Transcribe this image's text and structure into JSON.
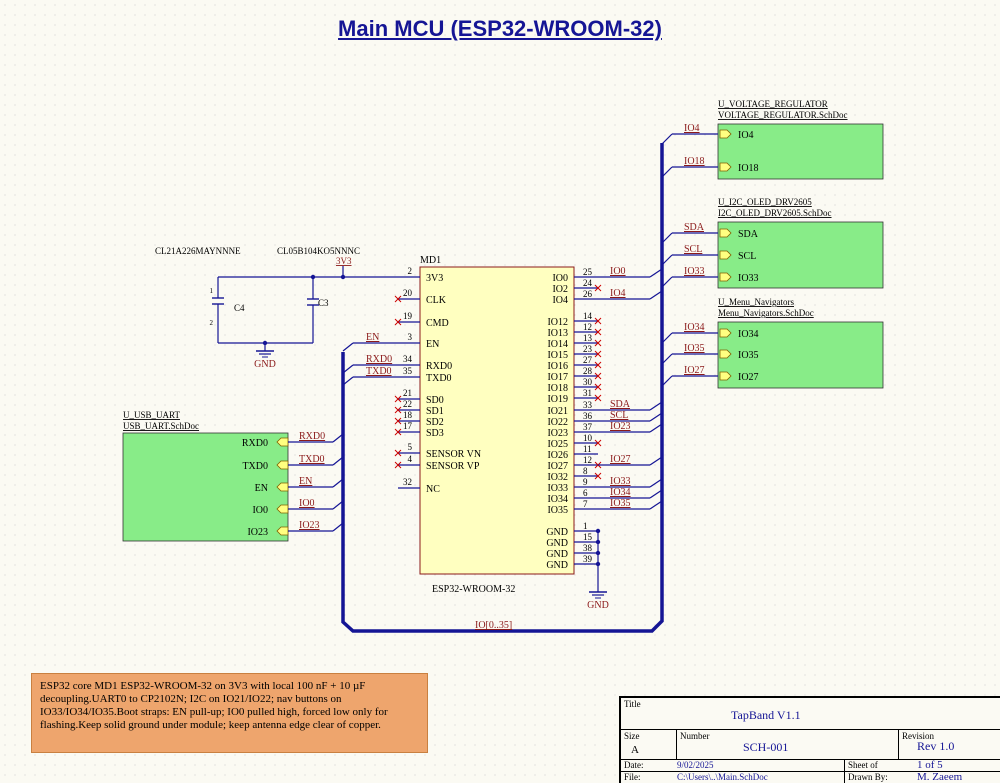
{
  "page_title": "Main MCU (ESP32-WROOM-32)",
  "mcu": {
    "designator": "MD1",
    "part": "ESP32-WROOM-32",
    "left_pins": [
      {
        "num": "2",
        "name": "3V3"
      },
      {
        "num": "20",
        "name": "CLK"
      },
      {
        "num": "19",
        "name": "CMD"
      },
      {
        "num": "3",
        "name": "EN"
      },
      {
        "num": "34",
        "name": "RXD0"
      },
      {
        "num": "35",
        "name": "TXD0"
      },
      {
        "num": "21",
        "name": "SD0"
      },
      {
        "num": "22",
        "name": "SD1"
      },
      {
        "num": "18",
        "name": "SD2"
      },
      {
        "num": "17",
        "name": "SD3"
      },
      {
        "num": "5",
        "name": "SENSOR VN"
      },
      {
        "num": "4",
        "name": "SENSOR VP"
      },
      {
        "num": "32",
        "name": "NC"
      }
    ],
    "right_pins": [
      {
        "num": "25",
        "name": "IO0"
      },
      {
        "num": "24",
        "name": "IO2"
      },
      {
        "num": "26",
        "name": "IO4"
      },
      {
        "num": "14",
        "name": "IO12"
      },
      {
        "num": "12",
        "name": "IO13"
      },
      {
        "num": "13",
        "name": "IO14"
      },
      {
        "num": "23",
        "name": "IO15"
      },
      {
        "num": "27",
        "name": "IO16"
      },
      {
        "num": "28",
        "name": "IO17"
      },
      {
        "num": "30",
        "name": "IO18"
      },
      {
        "num": "31",
        "name": "IO19"
      },
      {
        "num": "33",
        "name": "IO21"
      },
      {
        "num": "36",
        "name": "IO22"
      },
      {
        "num": "37",
        "name": "IO23"
      },
      {
        "num": "10",
        "name": "IO25"
      },
      {
        "num": "11",
        "name": "IO26"
      },
      {
        "num": "12",
        "name": "IO27"
      },
      {
        "num": "8",
        "name": "IO32"
      },
      {
        "num": "9",
        "name": "IO33"
      },
      {
        "num": "6",
        "name": "IO34"
      },
      {
        "num": "7",
        "name": "IO35"
      },
      {
        "num": "1",
        "name": "GND"
      },
      {
        "num": "15",
        "name": "GND"
      },
      {
        "num": "38",
        "name": "GND"
      },
      {
        "num": "39",
        "name": "GND"
      }
    ],
    "right_nets": {
      "IO0": "IO0",
      "IO4": "IO4",
      "IO21": "SDA",
      "IO22": "SCL",
      "IO23": "IO23",
      "IO26": "IO27",
      "IO33": "IO33",
      "IO34": "IO34",
      "IO35": "IO35"
    },
    "left_nets": {
      "EN": "EN",
      "RXD0": "RXD0",
      "TXD0": "TXD0"
    }
  },
  "power": {
    "rail": "3V3",
    "gnd": "GND",
    "gnd2": "GND",
    "cap_c4_part": "CL21A226MAYNNNE",
    "cap_c3_part": "CL05B104KO5NNNC",
    "c4": "C4",
    "c3": "C3",
    "pin1": "1",
    "pin2": "2"
  },
  "sheets": {
    "voltage_regulator": {
      "designator": "U_VOLTAGE_REGULATOR",
      "file": "VOLTAGE_REGULATOR.SchDoc",
      "ports": [
        "IO4",
        "IO18"
      ]
    },
    "i2c_oled": {
      "designator": "U_I2C_OLED_DRV2605",
      "file": "I2C_OLED_DRV2605.SchDoc",
      "ports": [
        "SDA",
        "SCL",
        "IO33"
      ]
    },
    "nav": {
      "designator": "U_Menu_Navigators",
      "file": "Menu_Navigators.SchDoc",
      "ports": [
        "IO34",
        "IO35",
        "IO27"
      ]
    },
    "usb_uart": {
      "designator": "U_USB_UART",
      "file": "USB_UART.SchDoc",
      "ports": [
        "RXD0",
        "TXD0",
        "EN",
        "IO0",
        "IO23"
      ]
    }
  },
  "net_labels": {
    "vr": [
      "IO4",
      "IO18"
    ],
    "i2c": [
      "SDA",
      "SCL",
      "IO33"
    ],
    "nav": [
      "IO34",
      "IO35",
      "IO27"
    ],
    "uart": [
      "RXD0",
      "TXD0",
      "EN",
      "IO0",
      "IO23"
    ],
    "mcu_io0": "IO0",
    "mcu_io4": "IO4",
    "bus": "IO[0..35]"
  },
  "note": "ESP32 core MD1 ESP32-WROOM-32 on 3V3 with local 100 nF + 10 µF decoupling.UART0 to CP2102N; I2C on IO21/IO22; nav buttons on IO33/IO34/IO35.Boot straps: EN pull-up; IO0 pulled high, forced low only for flashing.Keep solid ground under module; keep antenna edge clear of copper.",
  "title_block": {
    "title_label": "Title",
    "title": "TapBand V1.1",
    "size_label": "Size",
    "size": "A",
    "number_label": "Number",
    "number": "SCH-001",
    "revision_label": "Revision",
    "revision": "Rev 1.0",
    "date_label": "Date:",
    "date": "9/02/2025",
    "sheet_label": "Sheet  of",
    "sheet": "1 of 5",
    "file_label": "File:",
    "file": "C:\\Users\\..\\Main.SchDoc",
    "drawn_label": "Drawn By:",
    "drawn": "M. Zaeem"
  },
  "colors": {
    "wire": "#151595",
    "net": "#8b1a1a",
    "sheet_fill": "#88ec88",
    "chip_fill": "#ffffc0",
    "note_fill": "#eea56d"
  }
}
